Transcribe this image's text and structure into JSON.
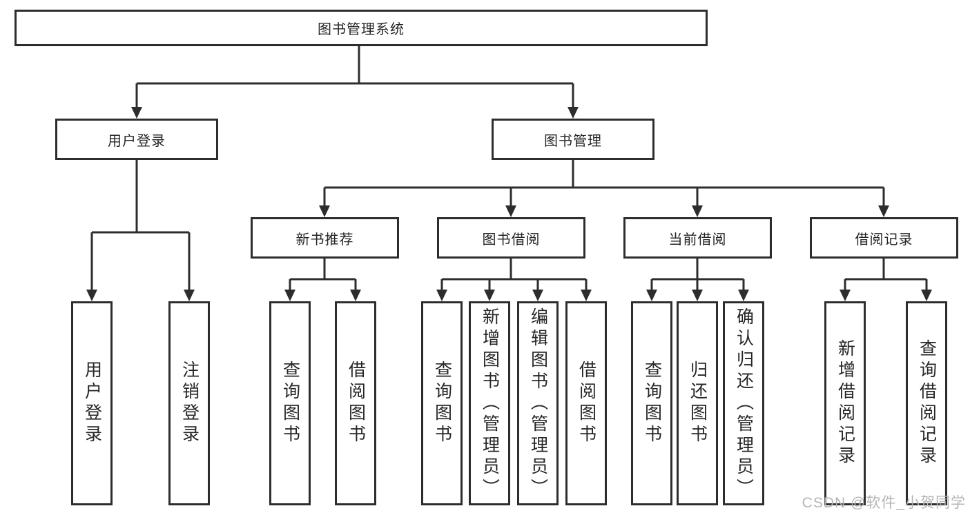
{
  "tree": {
    "label": "图书管理系统",
    "children": [
      {
        "label": "用户登录",
        "children": [
          {
            "label": "用户登录"
          },
          {
            "label": "注销登录"
          }
        ]
      },
      {
        "label": "图书管理",
        "children": [
          {
            "label": "新书推荐",
            "children": [
              {
                "label": "查询图书"
              },
              {
                "label": "借阅图书"
              }
            ]
          },
          {
            "label": "图书借阅",
            "children": [
              {
                "label": "查询图书"
              },
              {
                "label": "新增图书（管理员）"
              },
              {
                "label": "编辑图书（管理员）"
              },
              {
                "label": "借阅图书"
              }
            ]
          },
          {
            "label": "当前借阅",
            "children": [
              {
                "label": "查询图书"
              },
              {
                "label": "归还图书"
              },
              {
                "label": "确认归还（管理员）"
              }
            ]
          },
          {
            "label": "借阅记录",
            "children": [
              {
                "label": "新增借阅记录"
              },
              {
                "label": "查询借阅记录"
              }
            ]
          }
        ]
      }
    ]
  },
  "colors": {
    "line": "#2d2d2d",
    "text": "#262626",
    "watermark": "#b5b5b5",
    "background": "#ffffff"
  },
  "watermark": {
    "text": "CSDN @软件_小贺同学"
  }
}
